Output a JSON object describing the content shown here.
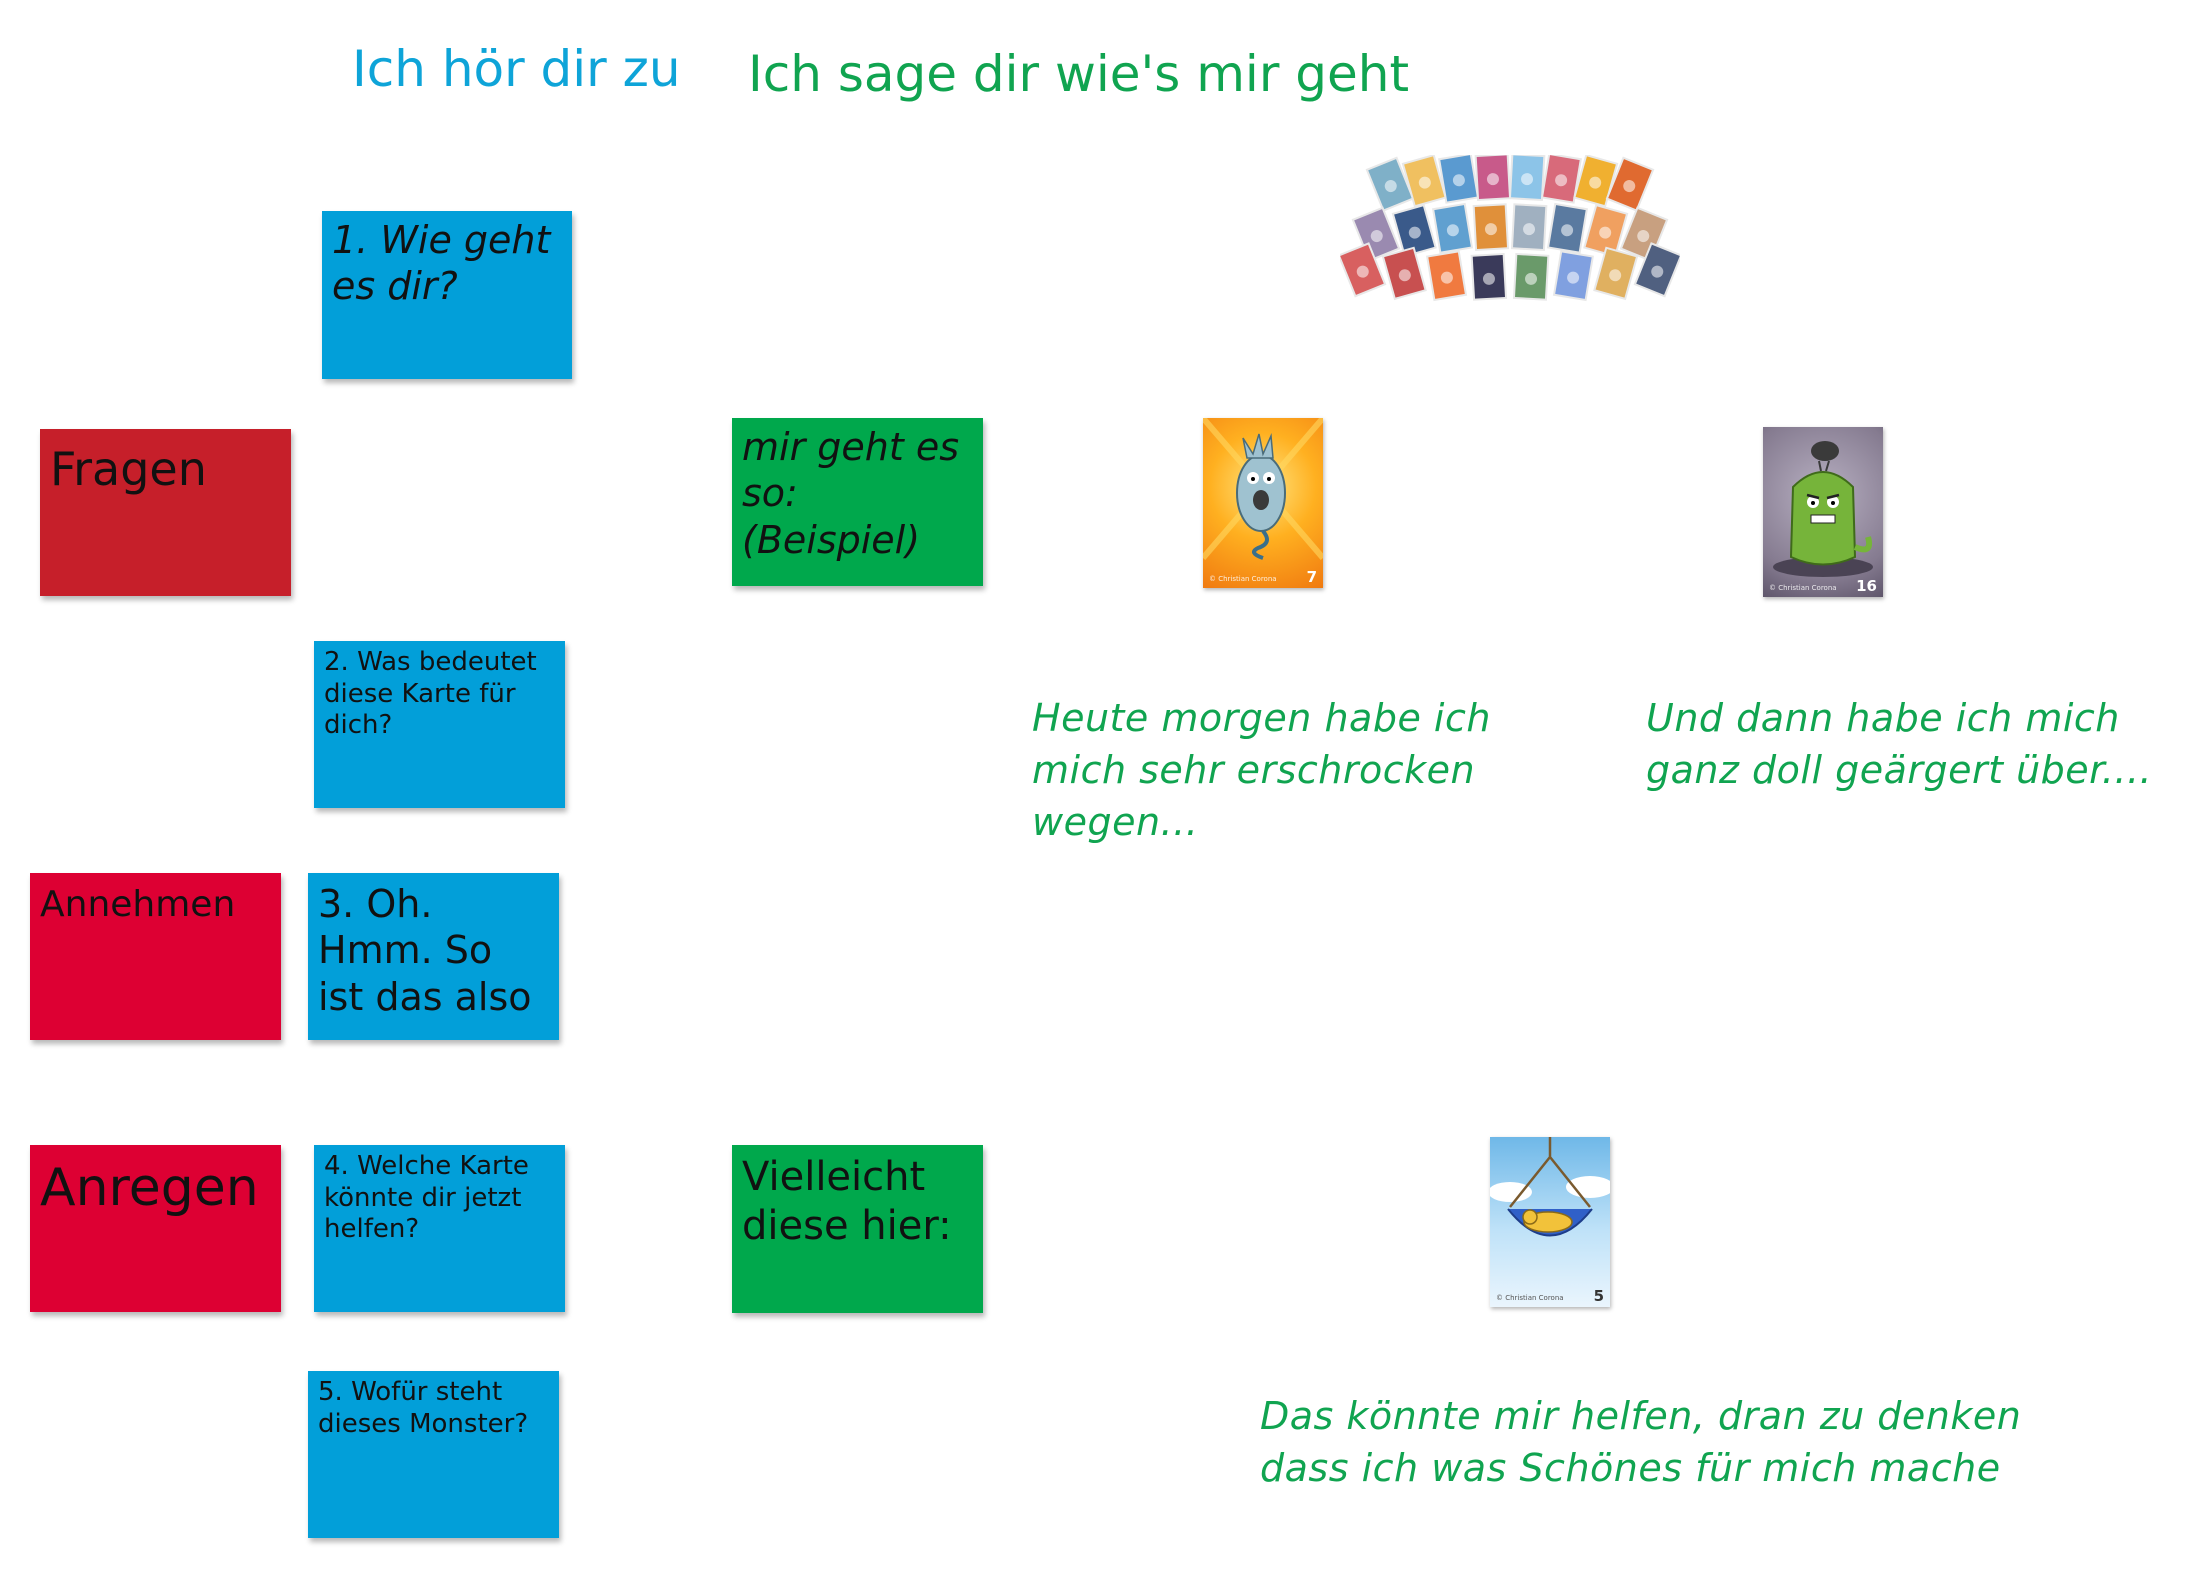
{
  "headings": {
    "listen": "Ich hör dir zu",
    "tell": "Ich sage dir wie's mir geht"
  },
  "colors": {
    "heading_blue": "#0ea4d8",
    "heading_green": "#10a450",
    "note_blue": "#029fd9",
    "note_red": "#dd0033",
    "note_dark_red": "#c61f2a",
    "note_green": "#00a84c"
  },
  "notes": {
    "q1": "1. Wie geht es dir?",
    "fragen": "Fragen",
    "q2": "2. Was bedeutet diese Karte für dich?",
    "annehmen": "Annehmen",
    "q3": "3. Oh. Hmm. So ist das also",
    "anregen": "Anregen",
    "q4": "4. Welche Karte könnte dir jetzt helfen?",
    "q5": "5. Wofür steht dieses Monster?",
    "mir_geht": "mir geht es so: (Beispiel)",
    "vielleicht": "Vielleicht diese hier:"
  },
  "free_text": {
    "erschrocken": "Heute morgen habe ich mich sehr erschrocken wegen...",
    "geaergert": "Und dann habe ich mich ganz doll geärgert über....",
    "helfen": "Das könnte mir helfen, dran zu denken dass ich was Schönes für mich mache"
  },
  "cards": [
    {
      "name": "scared-monster-card",
      "number": "7",
      "copyright": "© Christian Corona",
      "icon": "scared-monster-icon"
    },
    {
      "name": "angry-monster-card",
      "number": "16",
      "copyright": "© Christian Corona",
      "icon": "angry-monster-icon"
    },
    {
      "name": "hammock-monster-card",
      "number": "5",
      "copyright": "© Christian Corona",
      "icon": "hammock-monster-icon"
    }
  ]
}
